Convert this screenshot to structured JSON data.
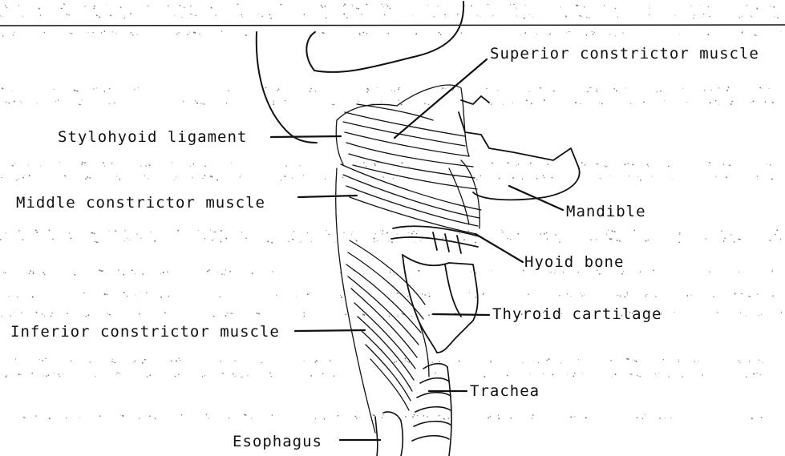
{
  "labels": {
    "superior_constrictor": "Superior constrictor muscle",
    "stylohyoid": "Stylohyoid ligament",
    "middle_constrictor": "Middle constrictor muscle",
    "mandible": "Mandible",
    "hyoid": "Hyoid bone",
    "thyroid": "Thyroid cartilage",
    "inferior_constrictor": "Inferior constrictor muscle",
    "trachea": "Trachea",
    "esophagus": "Esophagus"
  },
  "colors": {
    "ink": "#111111",
    "background": "#ffffff"
  }
}
